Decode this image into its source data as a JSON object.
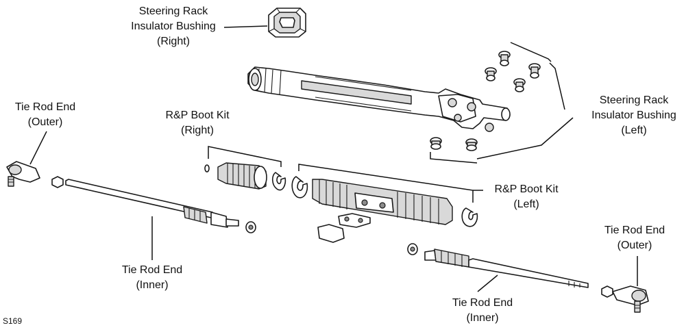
{
  "diagram_code": "S169",
  "labels": {
    "bushing_right": [
      "Steering Rack",
      "Insulator Bushing",
      "(Right)"
    ],
    "bushing_left": [
      "Steering Rack",
      "Insulator Bushing",
      "(Left)"
    ],
    "tie_rod_outer_left": [
      "Tie Rod End",
      "(Outer)"
    ],
    "tie_rod_outer_right": [
      "Tie Rod End",
      "(Outer)"
    ],
    "tie_rod_inner_left": [
      "Tie Rod End",
      "(Inner)"
    ],
    "tie_rod_inner_right": [
      "Tie Rod End",
      "(Inner)"
    ],
    "boot_kit_right": [
      "R&P Boot Kit",
      "(Right)"
    ],
    "boot_kit_left": [
      "R&P Boot Kit",
      "(Left)"
    ]
  }
}
